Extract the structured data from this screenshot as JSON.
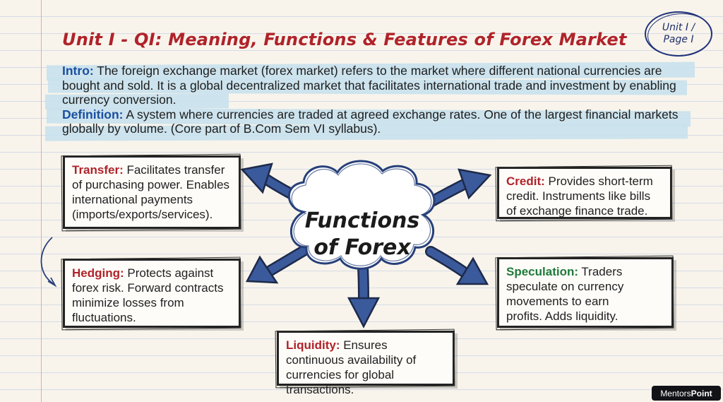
{
  "title": "Unit I - QI: Meaning, Functions & Features of Forex Market",
  "badge": {
    "line1": "Unit I /",
    "line2": "Page I"
  },
  "intro": {
    "label": "Intro:",
    "text": " The foreign exchange market (forex market) refers to the market where different national currencies are bought and sold. It is a global decentralized market that facilitates international trade and investment by enabling currency conversion."
  },
  "definition": {
    "label": "Definition:",
    "text": " A system where currencies are traded at agreed exchange rates. One of the largest financial markets globally by volume. (Core part of B.Com Sem VI syllabus)."
  },
  "center": {
    "line1": "Functions",
    "line2": "of Forex"
  },
  "functions": {
    "transfer": {
      "label": "Transfer:",
      "text": " Facilitates transfer of purchasing power. Enables international payments (imports/exports/services)."
    },
    "credit": {
      "label": "Credit:",
      "text": " Provides short-term credit. Instruments like bills of exchange finance trade."
    },
    "hedging": {
      "label": "Hedging:",
      "text": " Protects against forex risk. Forward contracts minimize losses from fluctuations."
    },
    "speculation": {
      "label": "Speculation:",
      "text": " Traders speculate on currency movements to earn profits. Adds liquidity."
    },
    "liquidity": {
      "label": "Liquidity:",
      "text": " Ensures continuous availability of currencies for global transactions."
    }
  },
  "dollar_symbol": "$",
  "brand": {
    "part1": "Mentors",
    "part2": "Point"
  },
  "colors": {
    "title_red": "#b0232a",
    "label_blue": "#1a4fa0",
    "label_green": "#1f7a3a",
    "arrow_navy": "#27407a",
    "highlight": "#c8e1ed"
  },
  "icons": [
    "cloud-shape",
    "curved-arrow-icon",
    "dollar-icon"
  ]
}
